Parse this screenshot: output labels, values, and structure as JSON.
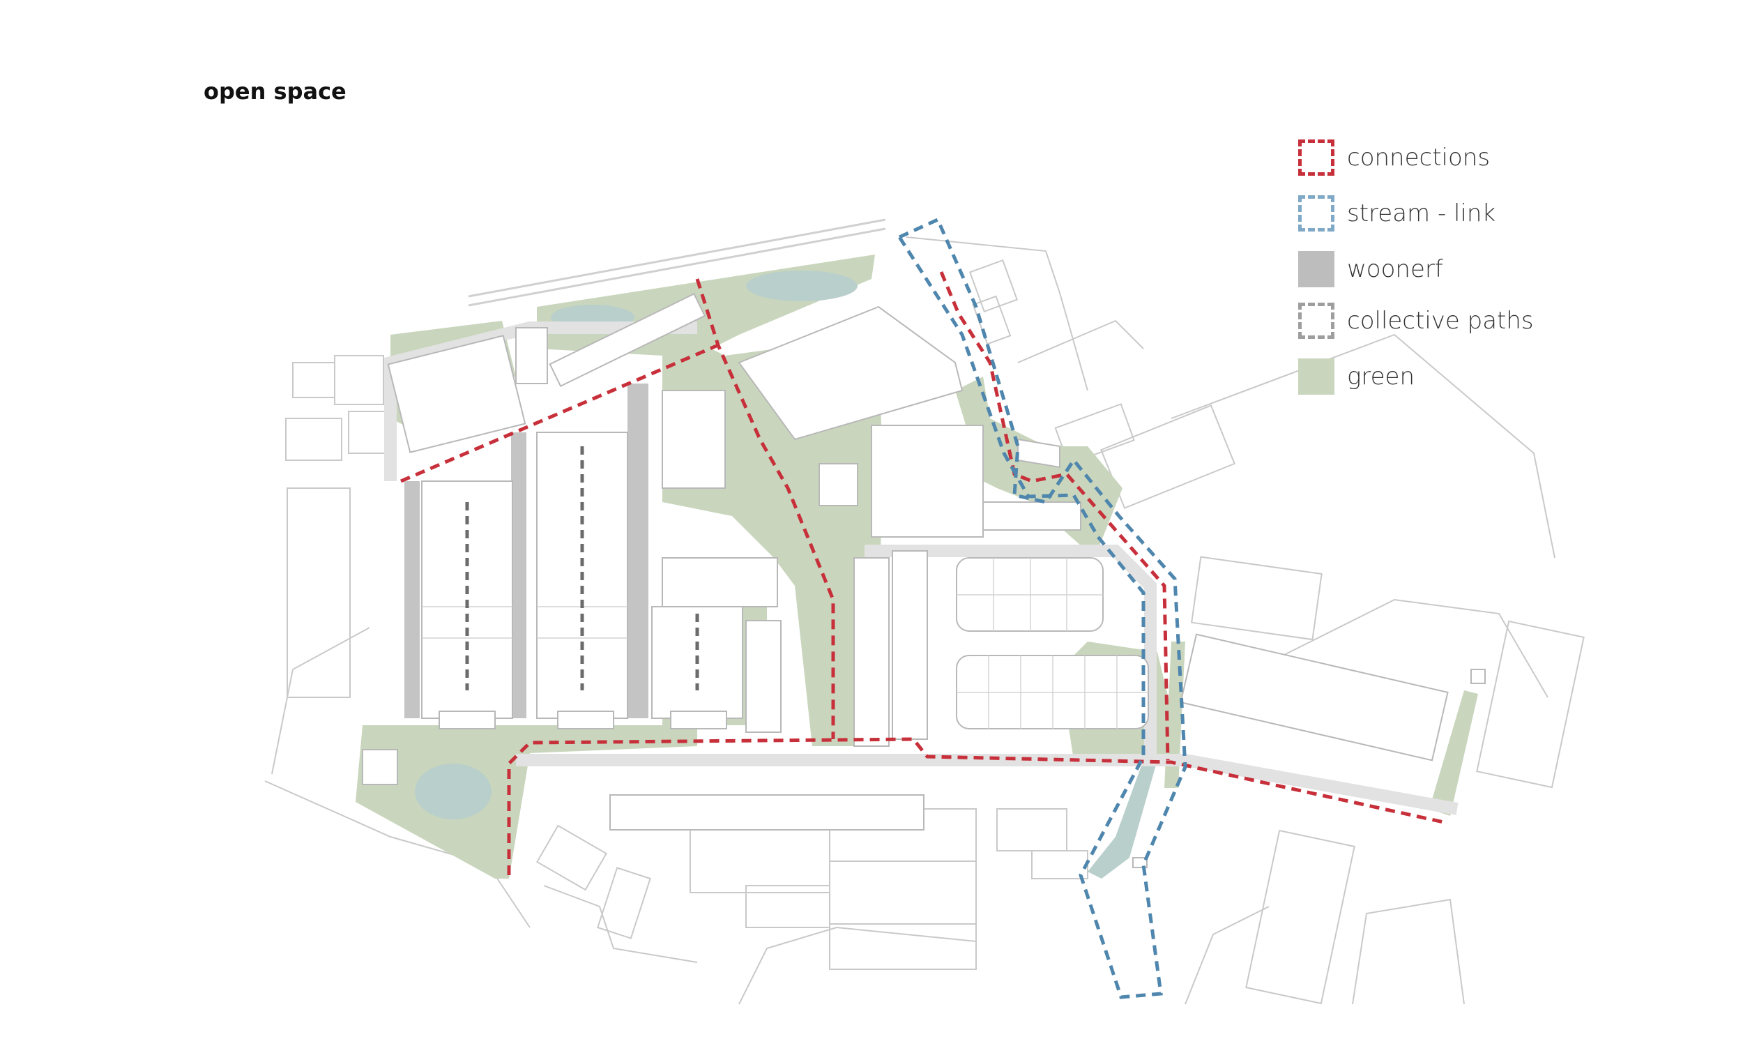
{
  "title": "open space",
  "colors": {
    "connections": "#c7303a",
    "stream_link": "#4f86ad",
    "woonerf": "#bdbdbd",
    "collective_paths": "#6b6b6b",
    "green": "#c9d6bd",
    "water": "#b9cfcb",
    "building_outline": "#bcbcbc"
  },
  "legend": [
    {
      "label": "connections",
      "swatch": "dashed-red"
    },
    {
      "label": "stream - link",
      "swatch": "dashed-blue"
    },
    {
      "label": "woonerf",
      "swatch": "solid-grey"
    },
    {
      "label": "collective paths",
      "swatch": "dashed-grey"
    },
    {
      "label": "green",
      "swatch": "solid-green"
    }
  ]
}
